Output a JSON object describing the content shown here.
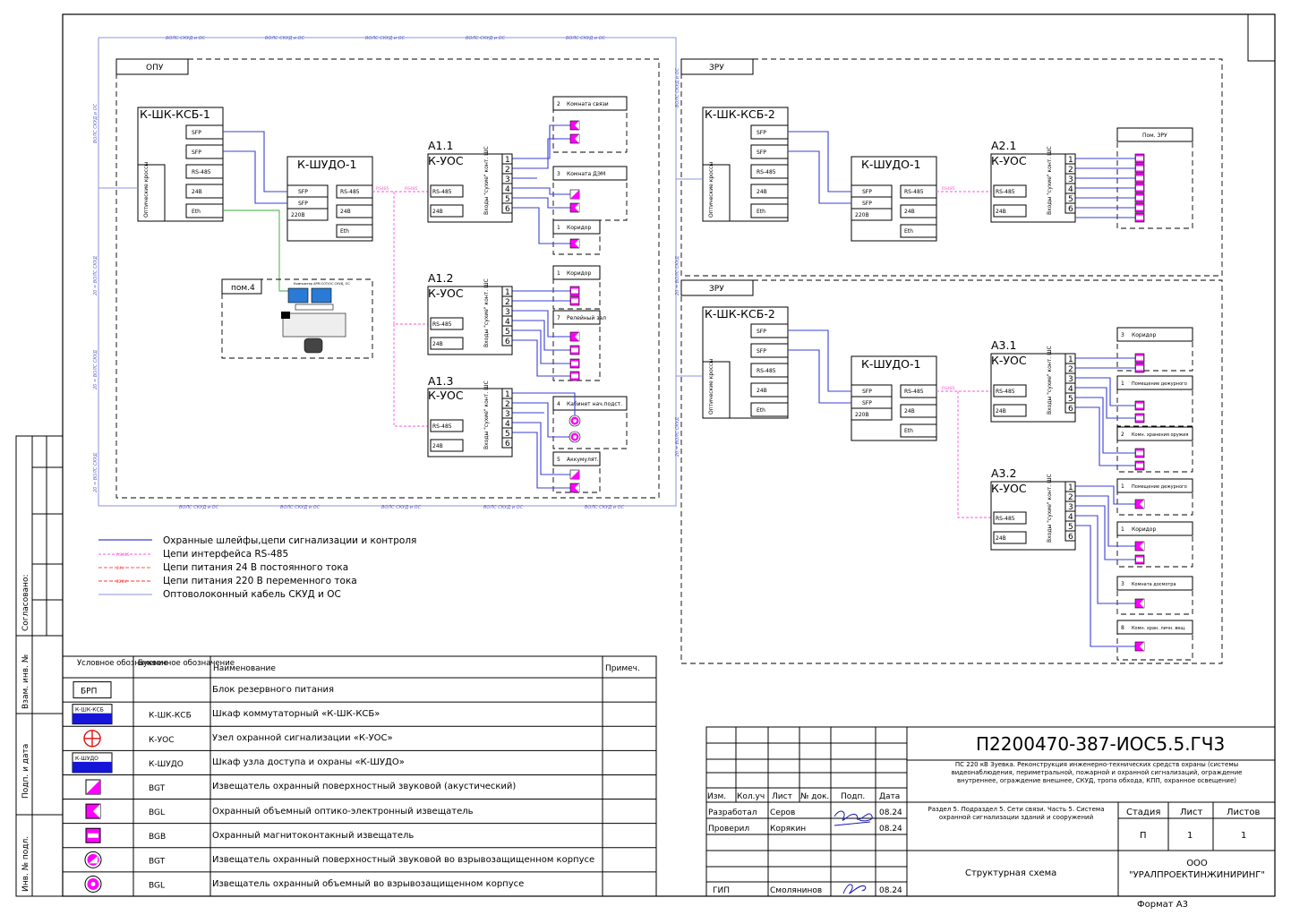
{
  "cable_label": "ВОЛС СКУД и ОС",
  "cable_label_vert": "20 = ВОЛС СКУД",
  "rs485_label": "RS485",
  "zones": {
    "opu": "ОПУ",
    "zru1": "ЗРУ",
    "zru2": "ЗРУ"
  },
  "devices": {
    "ksb1_title": "К-ШК-КСБ-1",
    "ksb2a_title": "К-ШК-КСБ-2",
    "ksb2b_title": "К-ШК-КСБ-2",
    "shudo_title": "К-ШУДО-1",
    "cross_label": "Оптические кроссы",
    "ports": {
      "sfp": "SFP",
      "rs485": "RS-485",
      "v24": "24В",
      "eth": "Eth",
      "v220": "220В"
    },
    "uos_title": "К-УОС",
    "uos_inputs": "Входы \"сухие\" конт. ШС",
    "uos_ids": [
      "А1.1",
      "А1.2",
      "А1.3",
      "А2.1",
      "А3.1",
      "А3.2"
    ],
    "pom4": "пом.4",
    "workstation": "Компьютер АРМ СОТ/ОС СКУД, ОС"
  },
  "rooms": {
    "r_a11": [
      {
        "num": "2",
        "name": "Комната связи"
      },
      {
        "num": "3",
        "name": "Комната ДЭМ"
      },
      {
        "num": "1",
        "name": "Коридор"
      }
    ],
    "r_a12": [
      {
        "num": "1",
        "name": "Коридор"
      },
      {
        "num": "7",
        "name": "Релейный зал"
      }
    ],
    "r_a13": [
      {
        "num": "4",
        "name": "Кабинет нач.подст."
      },
      {
        "num": "5",
        "name": "Аккумулят."
      }
    ],
    "r_a21": [
      {
        "num": "",
        "name": "Пом. ЗРУ"
      }
    ],
    "r_a31": [
      {
        "num": "3",
        "name": "Коридор"
      },
      {
        "num": "1",
        "name": "Помещение дежурного"
      },
      {
        "num": "2",
        "name": "Комн. хранения оружия"
      }
    ],
    "r_a32": [
      {
        "num": "1",
        "name": "Помещение дежурного"
      },
      {
        "num": "1",
        "name": "Коридор"
      },
      {
        "num": "3",
        "name": "Комната досмотра"
      },
      {
        "num": "8",
        "name": "Комн. хран. личн. вещ."
      }
    ]
  },
  "legend": [
    "Охранные шлейфы,цепи сигнализации и контроля",
    "Цепи интерфейса RS-485",
    "Цепи питания 24 В постоянного тока",
    "Цепи питания 220 В переменного тока",
    "Оптоволоконный кабель СКУД и ОС"
  ],
  "legend_tags": [
    "RS485",
    "24V",
    "220V"
  ],
  "symbols_table": {
    "headers": [
      "Условное обозначение",
      "Буквенное обозначение",
      "Наименование",
      "Примеч."
    ],
    "rows": [
      {
        "sym": "БРП",
        "code": "",
        "name": "Блок резервного питания"
      },
      {
        "sym": "К-ШК-КСБ",
        "code": "К-ШК-КСБ",
        "name": "Шкаф коммутаторный «К-ШК-КСБ»"
      },
      {
        "sym": "",
        "code": "К-УОС",
        "name": "Узел охранной сигнализации «К-УОС»"
      },
      {
        "sym": "К-ШУДО",
        "code": "К-ШУДО",
        "name": "Шкаф узла доступа и охраны «К-ШУДО»"
      },
      {
        "sym": "",
        "code": "BGT",
        "name": "Извещатель охранный поверхностный звуковой (акустический)"
      },
      {
        "sym": "",
        "code": "BGL",
        "name": "Охранный объемный оптико-электронный извещатель"
      },
      {
        "sym": "",
        "code": "BGB",
        "name": "Охранный магнитоконтакный извещатель"
      },
      {
        "sym": "",
        "code": "BGT",
        "name": "Извещатель охранный поверхностный звуковой во взрывозащищенном корпусе"
      },
      {
        "sym": "",
        "code": "BGL",
        "name": "Извещатель охранный объемный во взрывозащищенном корпусе"
      }
    ]
  },
  "side_stamps": [
    "Согласовано:",
    "Взам. инв. №",
    "Подп. и дата",
    "Инв. № подл."
  ],
  "title_block": {
    "doc_code": "П2200470-387-ИОС5.5.ГЧ3",
    "project": "ПС 220 кВ Зуевка. Реконструкция инженерно-технических средств охраны (системы видеонаблюдения, периметральной, пожарной и охранной сигнализаций, ограждение внутреннее, ограждение внешнее, СКУД, тропа обхода, КПП, охранное освещение)",
    "section": "Раздел 5. Подраздел 5. Сети связи. Часть 5. Система охранной сигнализации зданий и сооружений",
    "sheet_name": "Структурная схема",
    "company": "ООО \"УРАЛПРОЕКТИНЖИНИРИНГ\"",
    "cols": [
      "Изм.",
      "Кол.уч",
      "Лист",
      "№ док.",
      "Подп.",
      "Дата"
    ],
    "rows": [
      {
        "role": "Разработал",
        "name": "Серов",
        "date": "08.24"
      },
      {
        "role": "Проверил",
        "name": "Корякин",
        "date": "08.24"
      },
      {
        "role": "ГИП",
        "name": "Смолянинов",
        "date": "08.24"
      }
    ],
    "stage_head": "Стадия",
    "sheet_head": "Лист",
    "sheets_head": "Листов",
    "stage": "П",
    "sheet": "1",
    "sheets": "1",
    "format": "Формат А3"
  }
}
